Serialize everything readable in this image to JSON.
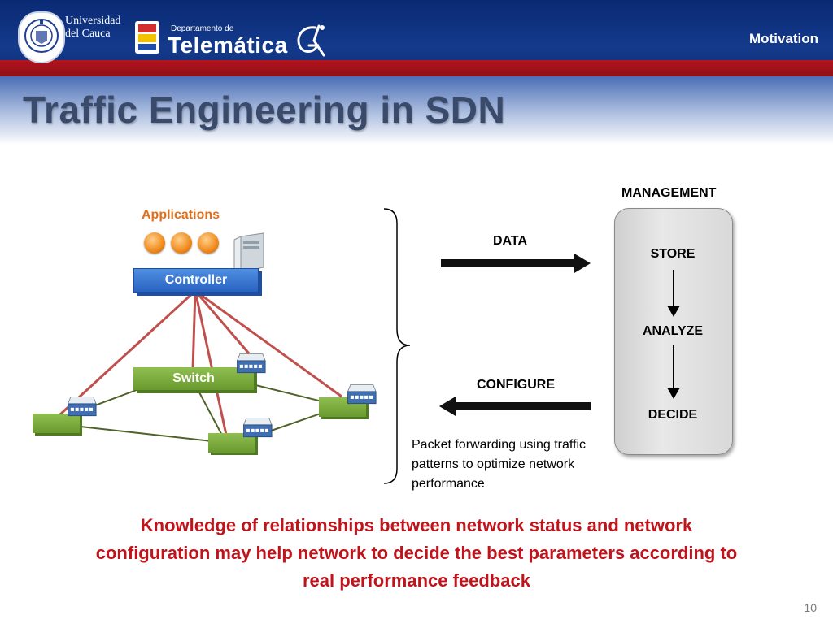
{
  "header": {
    "university_line1": "Universidad",
    "university_line2": "del Cauca",
    "department_small": "Departamento de",
    "department_big": "Telemática",
    "section": "Motivation"
  },
  "slide": {
    "title": "Traffic Engineering in SDN",
    "page_number": "10"
  },
  "network": {
    "applications_label": "Applications",
    "controller_label": "Controller",
    "switch_label": "Switch"
  },
  "flow": {
    "data_label": "DATA",
    "configure_label": "CONFIGURE",
    "caption": "Packet forwarding using traffic patterns to optimize network performance"
  },
  "management": {
    "label": "MANAGEMENT",
    "steps": [
      "STORE",
      "ANALYZE",
      "DECIDE"
    ]
  },
  "knowledge": {
    "line1": "Knowledge of relationships between network status and network",
    "line2": "configuration may help network to decide the best parameters according to",
    "line3": "real performance feedback"
  },
  "colors": {
    "header_blue": "#0f2f7a",
    "header_red": "#b3141c",
    "accent_red_text": "#c0141c",
    "applications_orange": "#e0701b",
    "controller_blue": "#2a62c2",
    "switch_green": "#6a9a2f",
    "link_red": "#c0504d",
    "link_green": "#4f6228"
  },
  "icons": {
    "university_logo": "university-seal-icon",
    "department_logo": "telematica-logo-icon",
    "group_logo": "gk-logo-icon",
    "server": "server-icon",
    "switch_device": "switch-device-icon"
  }
}
